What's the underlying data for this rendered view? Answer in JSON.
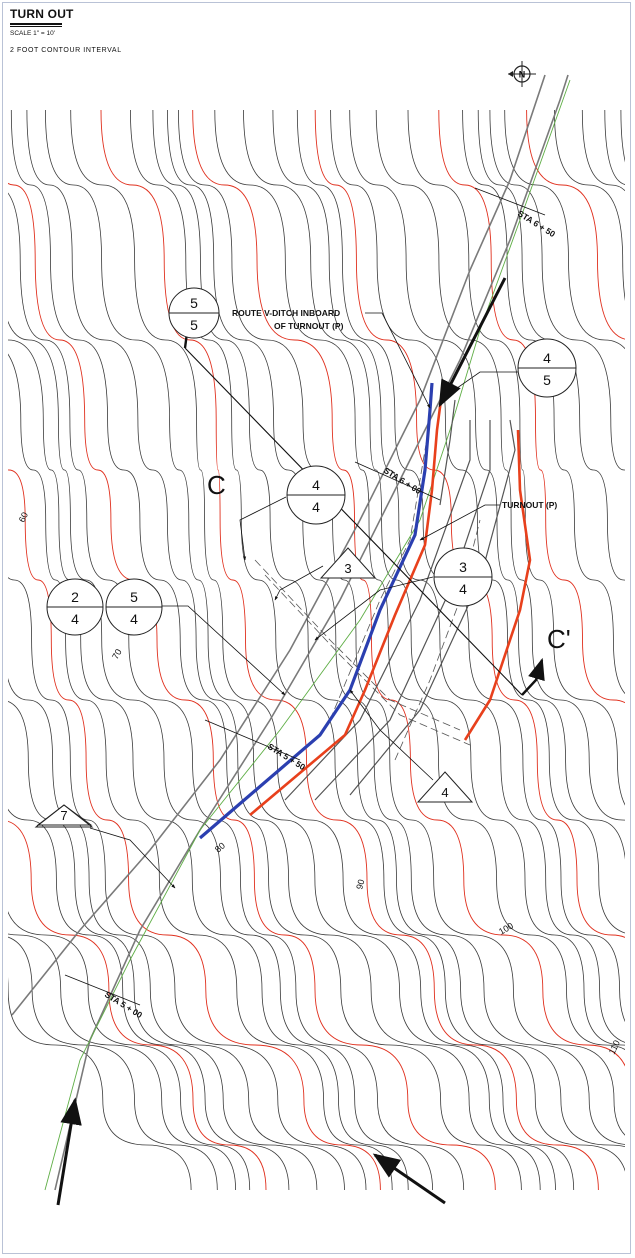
{
  "header": {
    "title": "TURN OUT",
    "scale": "SCALE 1\" = 10'",
    "contour_interval": "2 FOOT CONTOUR INTERVAL"
  },
  "north_arrow": {
    "letter": "N"
  },
  "callouts": {
    "route_ditch_line1": "ROUTE V-DITCH INBOARD",
    "route_ditch_line2": "OF TURNOUT (P)",
    "turnout": "TURNOUT (P)"
  },
  "section": {
    "start": "C",
    "end": "C'"
  },
  "stations": [
    "STA 6 + 50",
    "STA 6 + 00",
    "STA 5 + 50",
    "STA 5 + 00"
  ],
  "contour_labels": [
    "60",
    "70",
    "80",
    "90",
    "100",
    "110"
  ],
  "detail_circles": [
    {
      "top": "5",
      "bottom": "5"
    },
    {
      "top": "4",
      "bottom": "5"
    },
    {
      "top": "4",
      "bottom": "4"
    },
    {
      "top": "3",
      "bottom": "4"
    },
    {
      "top": "2",
      "bottom": "4"
    },
    {
      "top": "5",
      "bottom": "4"
    }
  ],
  "detail_triangles": [
    "3",
    "4",
    "7"
  ],
  "colors": {
    "contour": "#3a3a3a",
    "index_contour": "#e0301e",
    "road": "#7a7a7a",
    "ditch": "#2b3fb0",
    "turnout_edge": "#e8401c",
    "centerline": "#5fae46"
  }
}
